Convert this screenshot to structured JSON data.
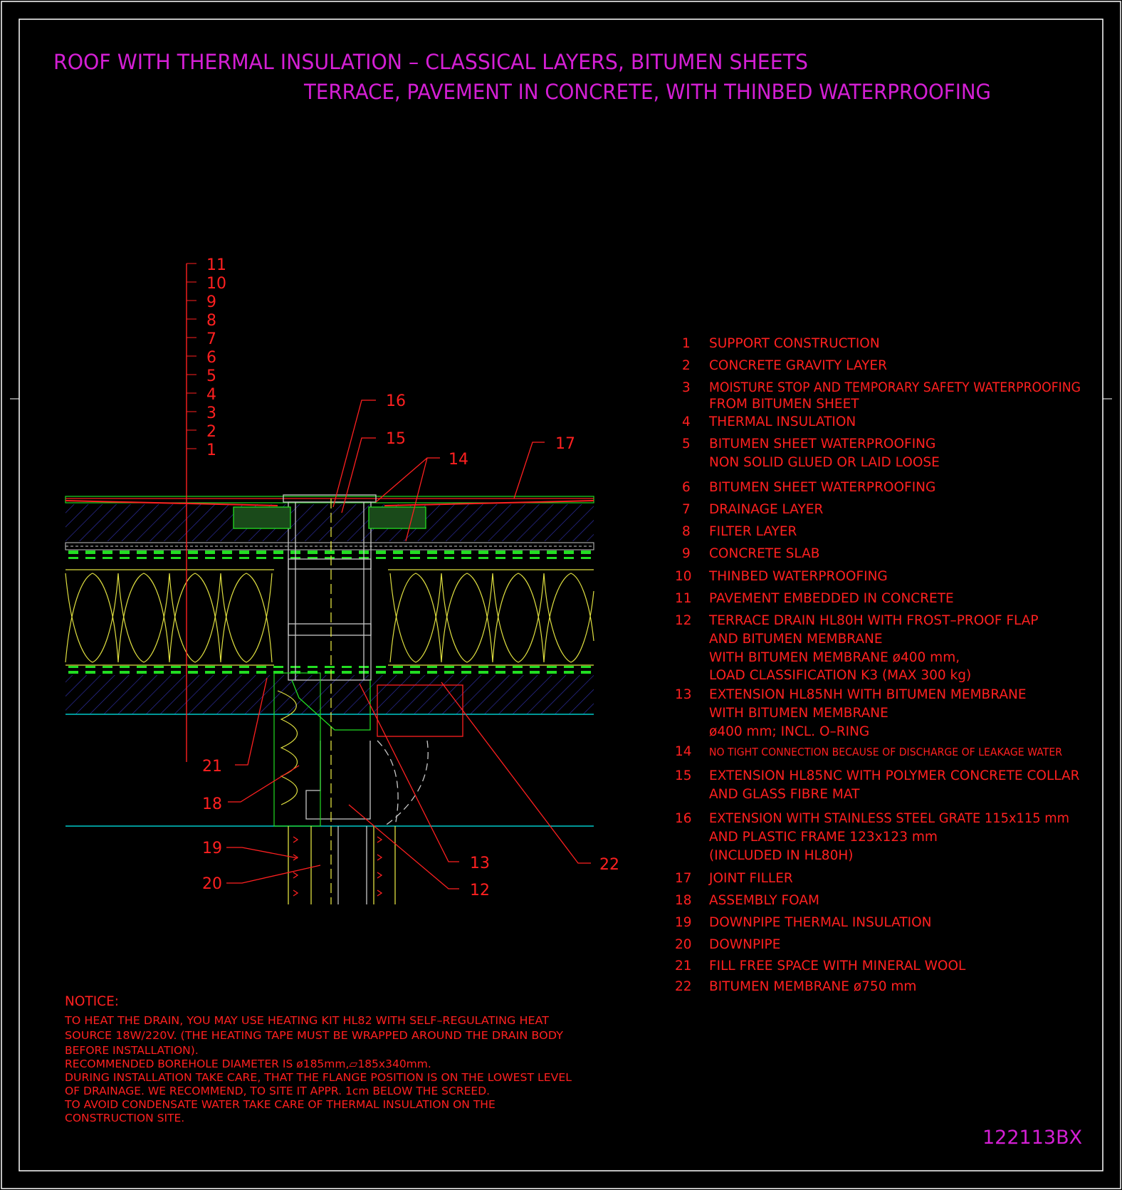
{
  "title": {
    "line1": "ROOF WITH THERMAL INSULATION – CLASSICAL LAYERS, BITUMEN SHEETS",
    "line2": "TERRACE, PAVEMENT IN CONCRETE, WITH THINBED WATERPROOFING"
  },
  "layer_scale": [
    "11",
    "10",
    "9",
    "8",
    "7",
    "6",
    "5",
    "4",
    "3",
    "2",
    "1"
  ],
  "callouts": {
    "c16": "16",
    "c15": "15",
    "c14": "14",
    "c17": "17",
    "c21": "21",
    "c18": "18",
    "c19": "19",
    "c20": "20",
    "c13": "13",
    "c12": "12",
    "c22": "22"
  },
  "legend": [
    {
      "num": "1",
      "lines": [
        "SUPPORT CONSTRUCTION"
      ]
    },
    {
      "num": "2",
      "lines": [
        "CONCRETE GRAVITY LAYER"
      ]
    },
    {
      "num": "3",
      "lines": [
        "MOISTURE STOP AND TEMPORARY SAFETY WATERPROOFING",
        "FROM BITUMEN SHEET"
      ]
    },
    {
      "num": "4",
      "lines": [
        "THERMAL INSULATION"
      ]
    },
    {
      "num": "5",
      "lines": [
        "BITUMEN SHEET WATERPROOFING",
        "NON SOLID GLUED OR LAID LOOSE"
      ]
    },
    {
      "num": "6",
      "lines": [
        "BITUMEN SHEET WATERPROOFING"
      ]
    },
    {
      "num": "7",
      "lines": [
        "DRAINAGE LAYER"
      ]
    },
    {
      "num": "8",
      "lines": [
        "FILTER LAYER"
      ]
    },
    {
      "num": "9",
      "lines": [
        "CONCRETE SLAB"
      ]
    },
    {
      "num": "10",
      "lines": [
        "THINBED WATERPROOFING"
      ]
    },
    {
      "num": "11",
      "lines": [
        "PAVEMENT EMBEDDED IN CONCRETE"
      ]
    },
    {
      "num": "12",
      "lines": [
        "TERRACE DRAIN HL80H WITH FROST–PROOF FLAP",
        "AND BITUMEN MEMBRANE",
        "WITH BITUMEN MEMBRANE ø400 mm,",
        "LOAD CLASSIFICATION K3 (MAX 300 kg)"
      ]
    },
    {
      "num": "13",
      "lines": [
        "EXTENSION HL85NH WITH BITUMEN MEMBRANE",
        "WITH BITUMEN MEMBRANE",
        "ø400 mm; INCL. O–RING"
      ]
    },
    {
      "num": "14",
      "lines": [
        "NO TIGHT CONNECTION BECAUSE OF DISCHARGE OF LEAKAGE WATER"
      ]
    },
    {
      "num": "15",
      "lines": [
        "EXTENSION HL85NC WITH POLYMER CONCRETE COLLAR",
        "AND GLASS FIBRE MAT"
      ]
    },
    {
      "num": "16",
      "lines": [
        "EXTENSION WITH STAINLESS STEEL GRATE 115x115 mm",
        "AND PLASTIC FRAME 123x123 mm",
        "(INCLUDED IN HL80H)"
      ]
    },
    {
      "num": "17",
      "lines": [
        "JOINT FILLER"
      ]
    },
    {
      "num": "18",
      "lines": [
        "ASSEMBLY FOAM"
      ]
    },
    {
      "num": "19",
      "lines": [
        "DOWNPIPE THERMAL INSULATION"
      ]
    },
    {
      "num": "20",
      "lines": [
        "DOWNPIPE"
      ]
    },
    {
      "num": "21",
      "lines": [
        "FILL FREE SPACE WITH MINERAL WOOL"
      ]
    },
    {
      "num": "22",
      "lines": [
        "BITUMEN MEMBRANE ø750 mm"
      ]
    }
  ],
  "notice": {
    "heading": "NOTICE:",
    "lines": [
      "TO HEAT THE DRAIN, YOU MAY USE HEATING KIT HL82 WITH SELF–REGULATING HEAT",
      "SOURCE 18W/220V. (THE HEATING TAPE MUST BE WRAPPED AROUND THE DRAIN BODY",
      "BEFORE INSTALLATION).",
      "RECOMMENDED BOREHOLE DIAMETER IS ø185mm,▱185x340mm.",
      "DURING INSTALLATION TAKE CARE, THAT THE FLANGE POSITION IS ON THE LOWEST LEVEL",
      "OF DRAINAGE. WE RECOMMEND, TO SITE IT APPR. 1cm BELOW THE SCREED.",
      "TO AVOID CONDENSATE WATER TAKE CARE OF THERMAL INSULATION ON THE",
      "CONSTRUCTION SITE."
    ]
  },
  "drawing_number": "122113BX",
  "colors": {
    "background": "#000000",
    "title": "#d41fd4",
    "annotation": "#ff2020",
    "insulation": "#e0e040",
    "membrane": "#22dd22",
    "concrete_hatch": "#3c3cc8",
    "frame": "#ffffff",
    "level_line": "#00c8c8"
  }
}
